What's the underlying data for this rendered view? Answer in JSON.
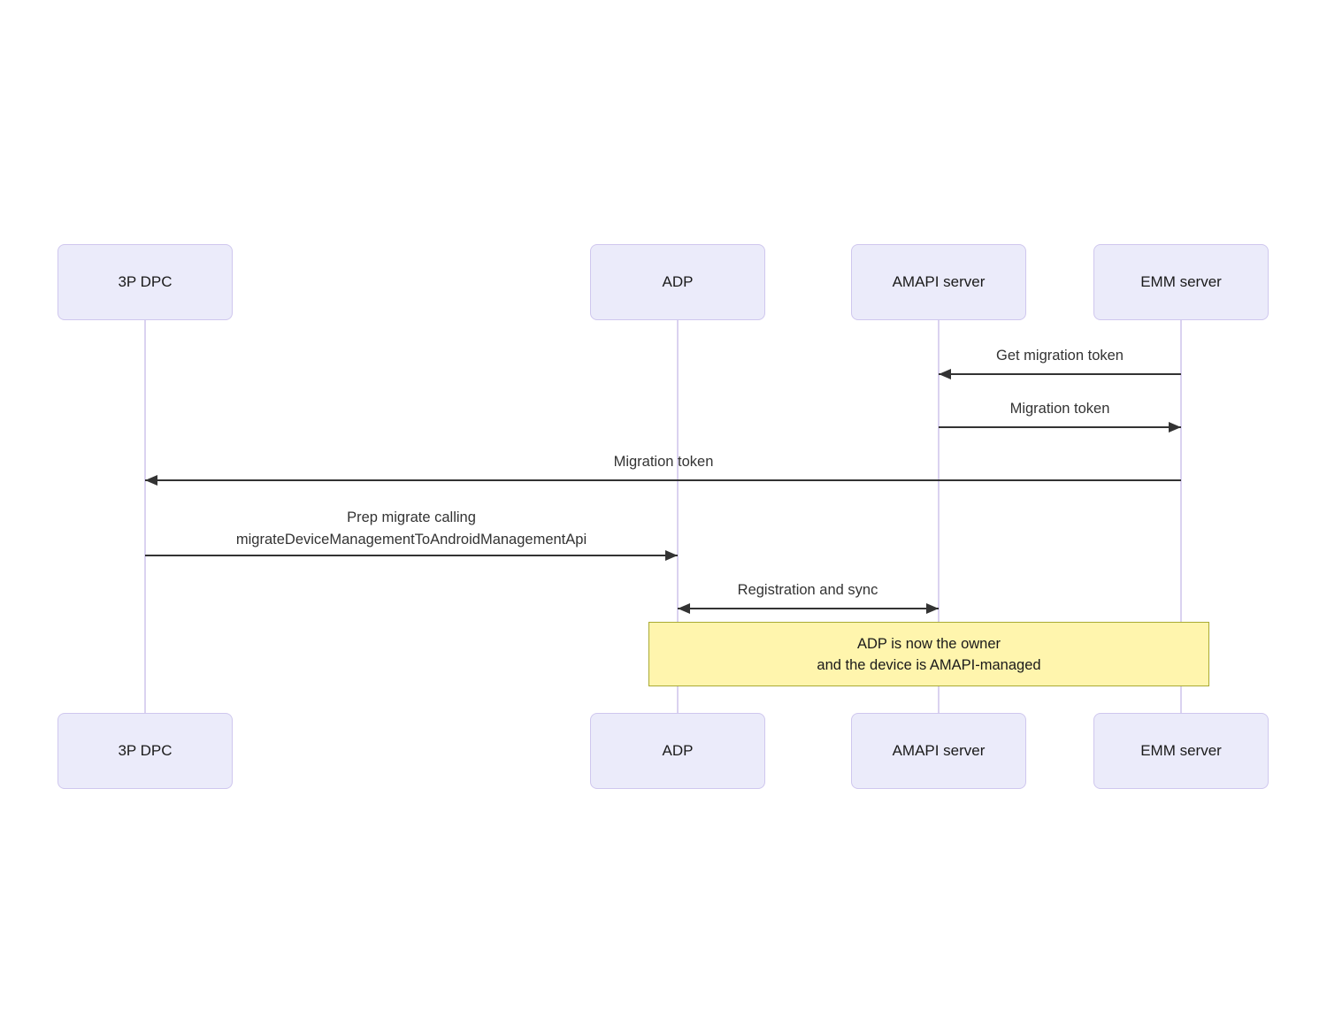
{
  "diagram": {
    "type": "sequence",
    "actors": [
      {
        "label": "3P DPC"
      },
      {
        "label": "ADP"
      },
      {
        "label": "AMAPI server"
      },
      {
        "label": "EMM server"
      }
    ],
    "messages": [
      {
        "label": "Get migration token",
        "from": "EMM server",
        "to": "AMAPI server",
        "arrow": "left"
      },
      {
        "label": "Migration token",
        "from": "AMAPI server",
        "to": "EMM server",
        "arrow": "right"
      },
      {
        "label": "Migration token",
        "from": "EMM server",
        "to": "3P DPC",
        "arrow": "left"
      },
      {
        "label_line1": "Prep migrate calling",
        "label_line2": "migrateDeviceManagementToAndroidManagementApi",
        "from": "3P DPC",
        "to": "ADP",
        "arrow": "right"
      },
      {
        "label": "Registration and sync",
        "from": "ADP",
        "to": "AMAPI server",
        "arrow": "both"
      }
    ],
    "note": {
      "line1": "ADP is now the owner",
      "line2": "and the device is AMAPI-managed",
      "over": "ADP to EMM server"
    },
    "colors": {
      "actor_fill": "#ebebfa",
      "actor_border": "#cfc7ee",
      "lifeline": "#dad2f0",
      "arrow": "#333333",
      "message_text": "#333333",
      "note_fill": "#fff5ad",
      "note_border": "#aaaa33"
    }
  }
}
